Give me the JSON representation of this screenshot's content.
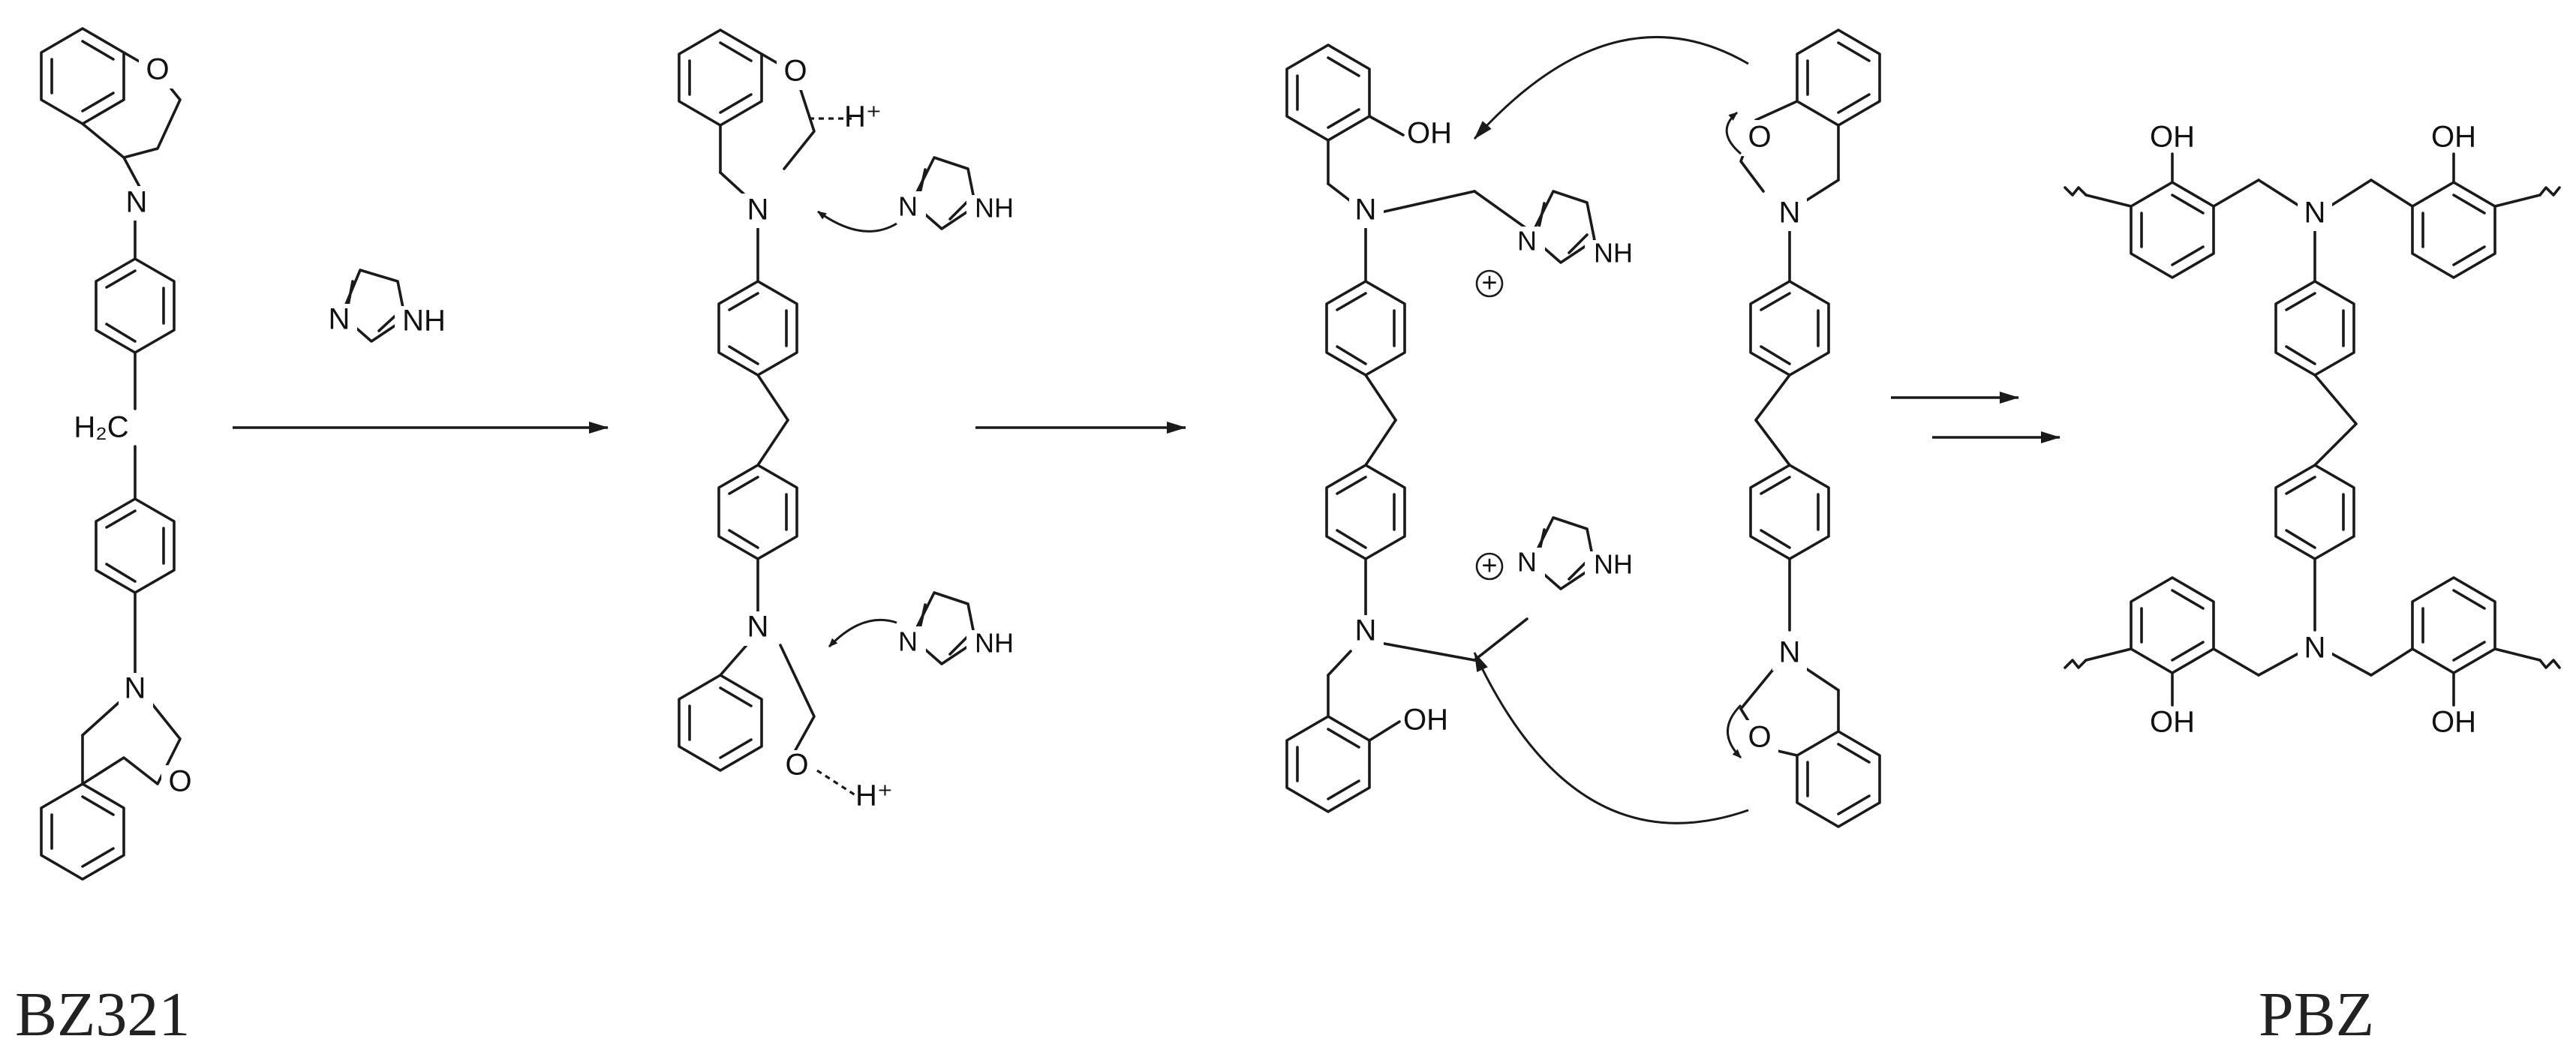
{
  "labels": {
    "start": "BZ321",
    "product": "PBZ"
  },
  "atoms": {
    "o": "O",
    "n": "N",
    "nh": "NH",
    "oh": "OH",
    "h_plus": "H⁺",
    "ch2_bridge": "H₂C",
    "plus": "+"
  }
}
